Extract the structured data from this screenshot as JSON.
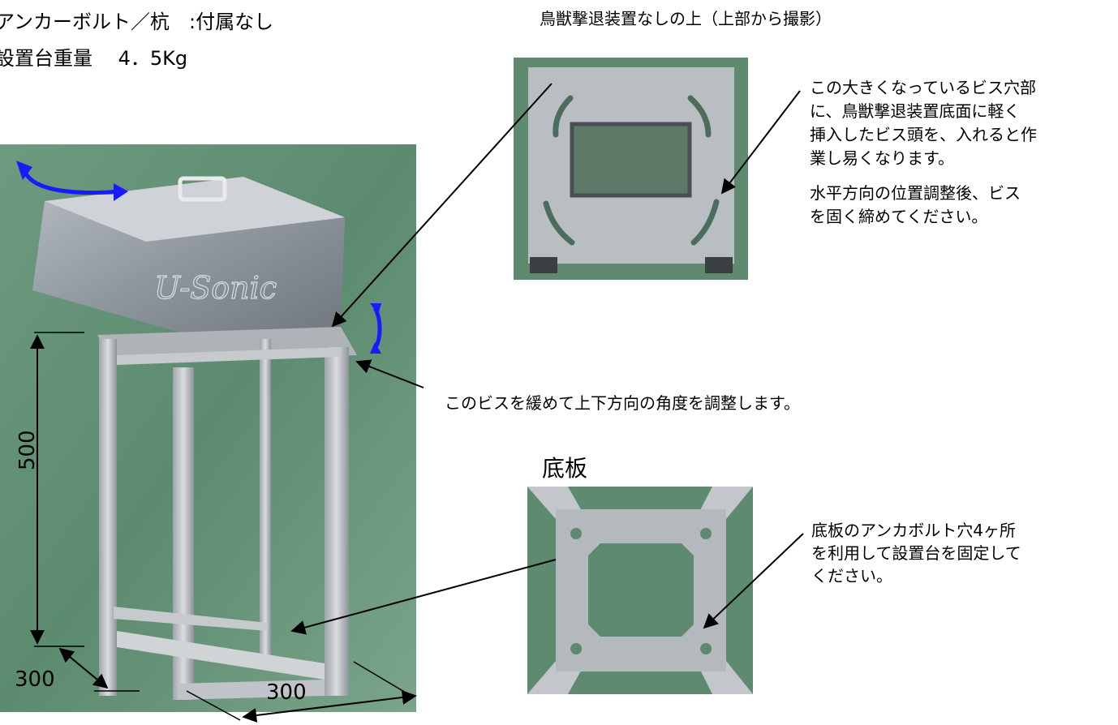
{
  "top_left": {
    "line1": "アンカーボルト／杭　:付属なし",
    "line2": "設置台重量　 4．5Kg"
  },
  "top_photo": {
    "caption": "鳥獣撃退装置なしの上（上部から撮影）"
  },
  "screw_note": {
    "lines": [
      "この大きくなっているビス穴部",
      "に、鳥獣撃退装置底面に軽く",
      "挿入したビス頭を、入れると作",
      "業し易くなります。"
    ],
    "tighten": [
      "水平方向の位置調整後、ビス",
      "を固く締めてください。"
    ]
  },
  "angle_note": "このビスを緩めて上下方向の角度を調整します。",
  "main_photo": {
    "logo": "U-Sonic"
  },
  "dimensions": {
    "height": "500",
    "depth": "300",
    "width": "300"
  },
  "bottom_plate": {
    "title": "底板",
    "note": [
      "底板のアンカボルト穴4ヶ所",
      "を利用して設置台を固定して",
      "ください。"
    ]
  },
  "colors": {
    "photo_bg": "#5f8a70",
    "metal": "#c9ccd0",
    "rotate_arrow": "#1a1aff"
  }
}
